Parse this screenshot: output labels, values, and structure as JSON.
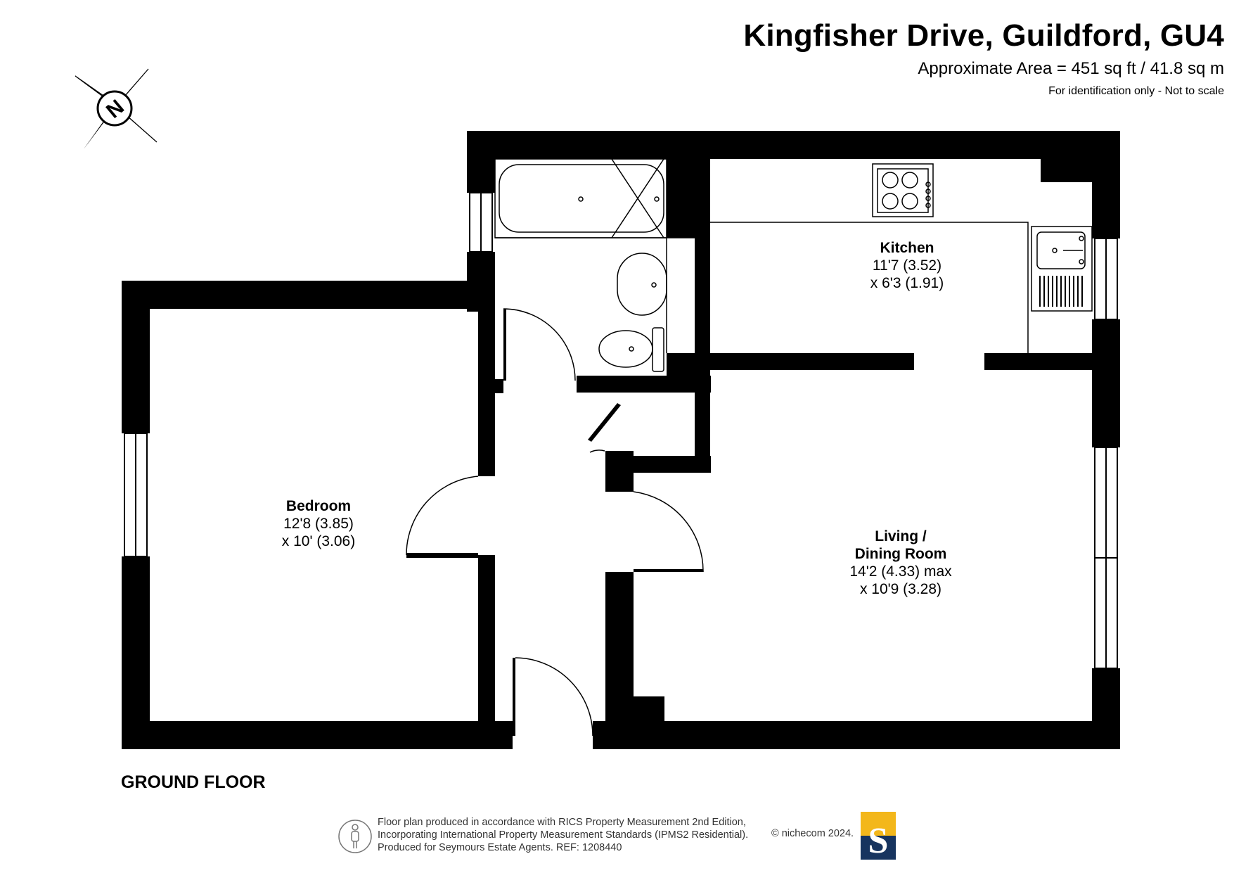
{
  "header": {
    "title": "Kingfisher Drive, Guildford, GU4",
    "area": "Approximate Area = 451 sq ft / 41.8 sq m",
    "note": "For identification only - Not to scale"
  },
  "compass": {
    "letter": "N"
  },
  "rooms": {
    "kitchen": {
      "name": "Kitchen",
      "dim1": "11'7 (3.52)",
      "dim2": "x 6'3 (1.91)"
    },
    "bedroom": {
      "name": "Bedroom",
      "dim1": "12'8 (3.85)",
      "dim2": "x 10' (3.06)"
    },
    "living": {
      "name1": "Living /",
      "name2": "Dining Room",
      "dim1": "14'2 (4.33) max",
      "dim2": "x 10'9 (3.28)"
    }
  },
  "floor_label": "GROUND FLOOR",
  "footer": {
    "line1": "Floor plan produced in accordance with RICS Property Measurement 2nd Edition,",
    "line2": "Incorporating International Property Measurement Standards (IPMS2 Residential).",
    "line3": "Produced for Seymours Estate Agents.   REF: 1208440",
    "copyright": "© nichecom 2024."
  },
  "logo": {
    "letter": "S",
    "top_color": "#f3b71b",
    "bottom_color": "#17345f"
  },
  "colors": {
    "wall": "#000000",
    "background": "#ffffff"
  }
}
